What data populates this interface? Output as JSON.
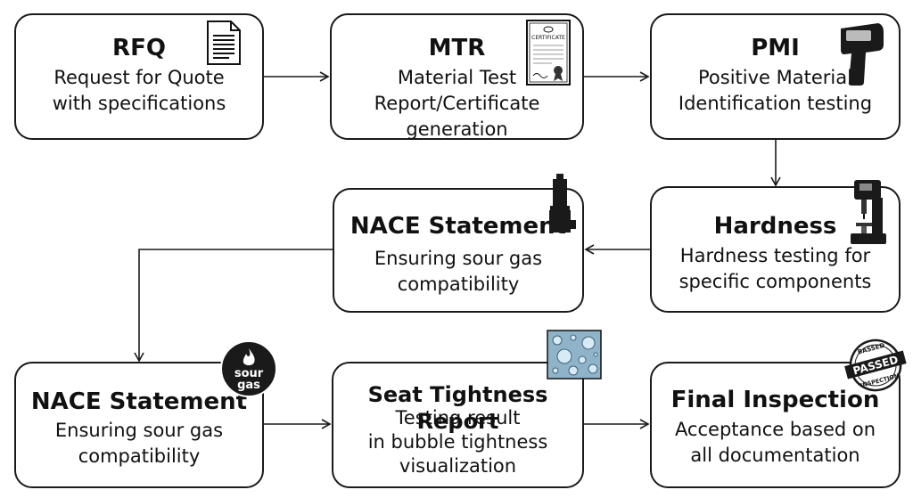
{
  "steps": [
    {
      "title": "RFQ",
      "description": "Request for Quote\nwith specifications",
      "icon": "document-icon"
    },
    {
      "title": "MTR",
      "description": "Material Test\nReport/Certificate\ngeneration",
      "icon": "certificate-icon",
      "icon_text": "CERTIFICATE"
    },
    {
      "title": "PMI",
      "description": "Positive Material\nIdentification testing",
      "icon": "xrf-analyzer-icon"
    },
    {
      "title": "Hardness",
      "description": "Hardness testing for\nspecific components",
      "icon": "hardness-tester-icon"
    },
    {
      "title": "NACE Statement",
      "description": "Ensuring sour gas\ncompatibility",
      "icon": "safety-valve-icon"
    },
    {
      "title": "NACE Statement",
      "description": "Ensuring sour gas\ncompatibility",
      "icon": "sour-gas-badge-icon",
      "icon_text": [
        "sour",
        "gas"
      ]
    },
    {
      "title": "Seat Tightness Report",
      "description": "Testing result\nin bubble tightness\nvisualization",
      "icon": "bubbles-icon"
    },
    {
      "title": "Final Inspection",
      "description": "Acceptance based on\nall documentation",
      "icon": "passed-stamp-icon",
      "icon_text": [
        "PASSED",
        "BASSED",
        "INSPECTION"
      ]
    }
  ],
  "colors": {
    "border": "#1a1a1a",
    "bubble_bg": "#8fb3c8",
    "text": "#111111"
  }
}
